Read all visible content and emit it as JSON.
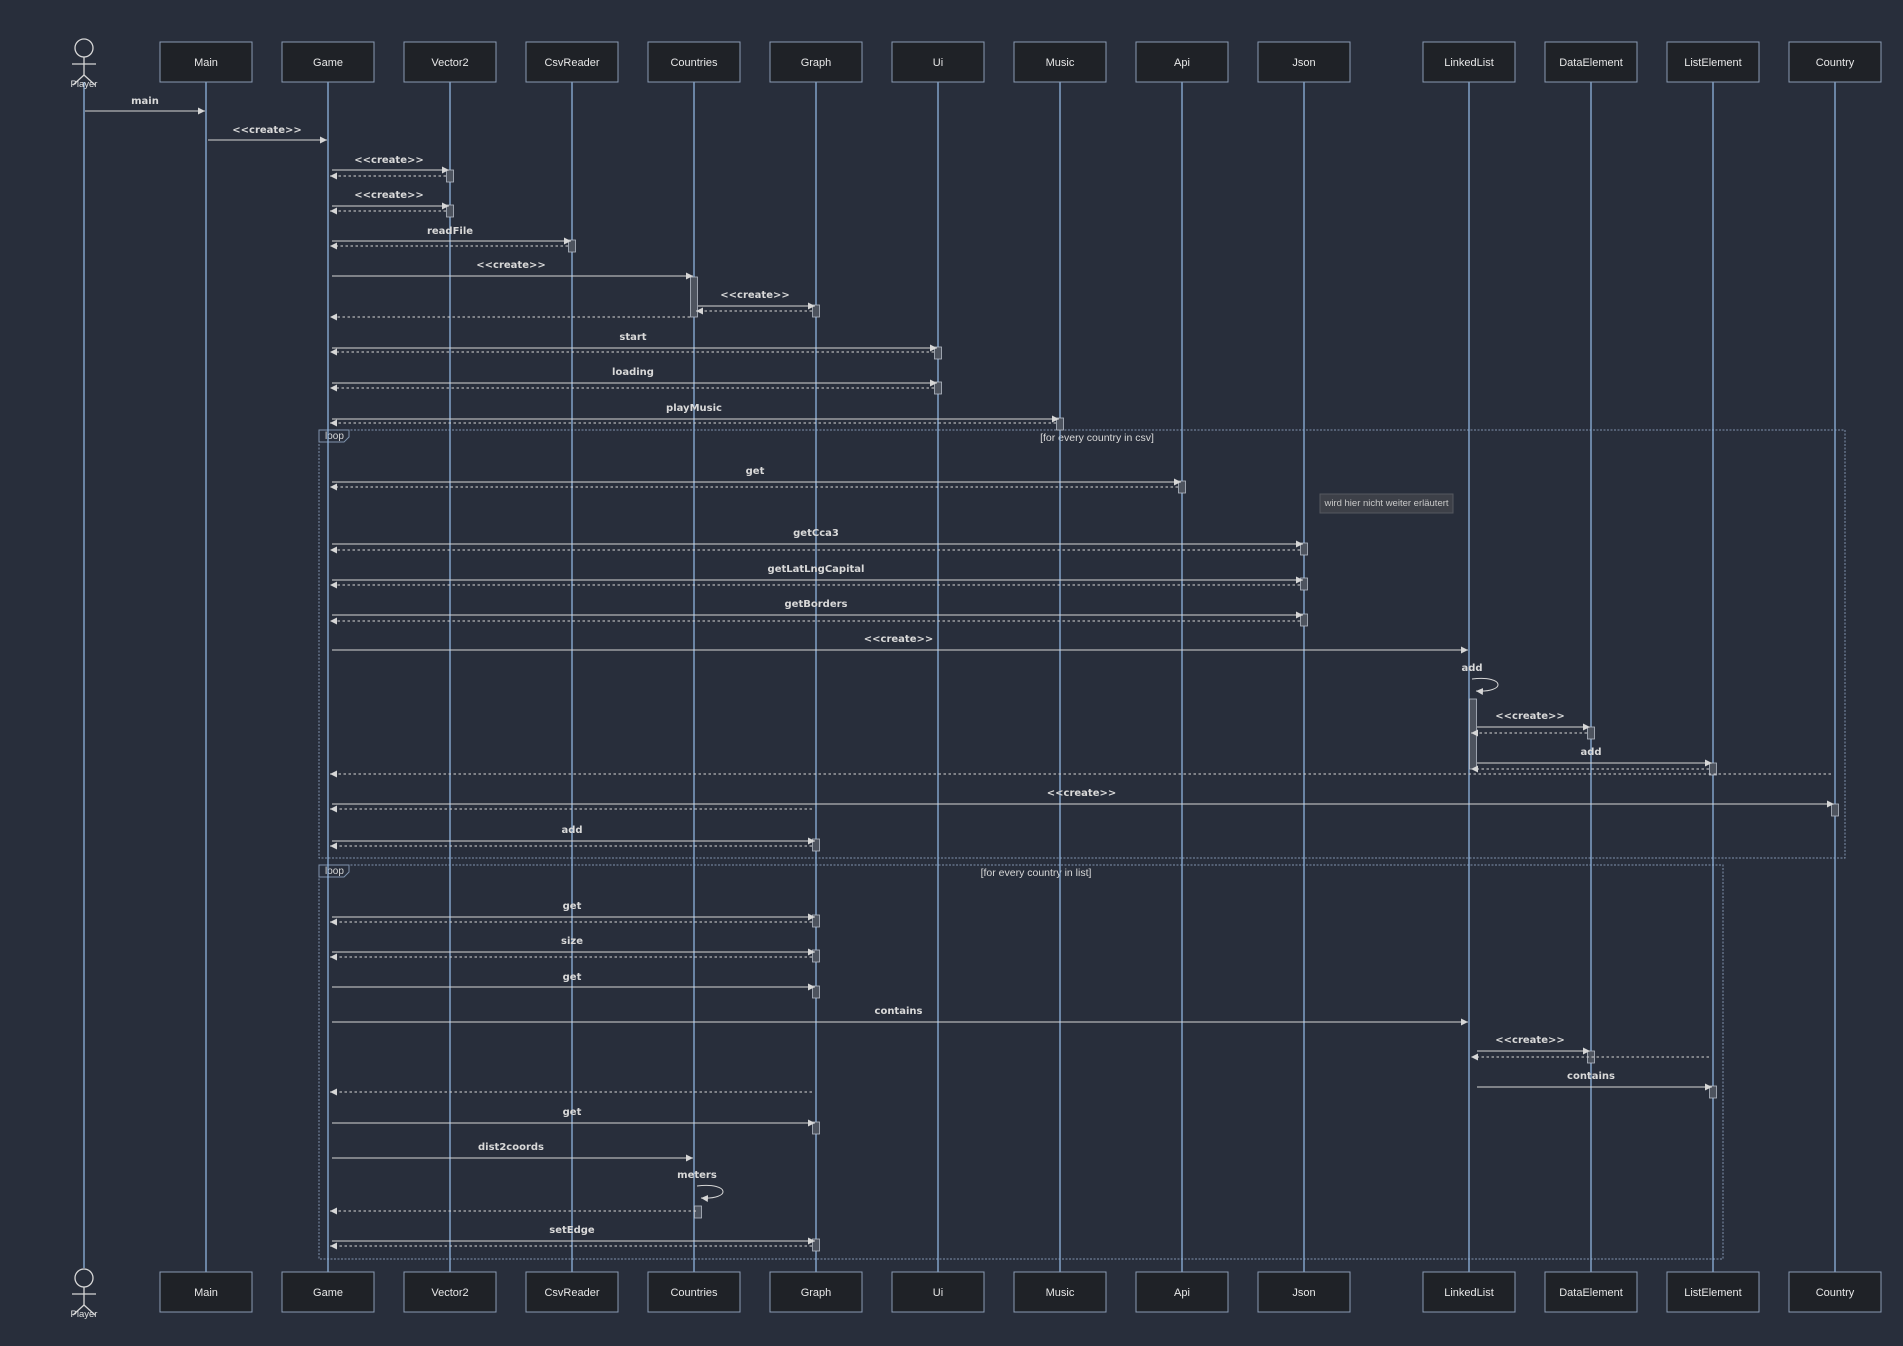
{
  "diagram": {
    "type": "sequence",
    "player": {
      "label": "Player"
    },
    "participants": [
      "Main",
      "Game",
      "Vector2",
      "CsvReader",
      "Countries",
      "Graph",
      "Ui",
      "Music",
      "Api",
      "Json",
      "LinkedList",
      "DataElement",
      "ListElement",
      "Country"
    ],
    "note": "wird hier nicht weiter erläutert",
    "loops": [
      {
        "keyword": "loop",
        "condition": "[for every country in csv]"
      },
      {
        "keyword": "loop",
        "condition": "[for every country in list]"
      }
    ],
    "messages": [
      {
        "label": "main",
        "from": "Player",
        "to": "Main",
        "return": false
      },
      {
        "label": "<<create>>",
        "from": "Main",
        "to": "Game",
        "return": false
      },
      {
        "label": "<<create>>",
        "from": "Game",
        "to": "Vector2",
        "return": true
      },
      {
        "label": "<<create>>",
        "from": "Game",
        "to": "Vector2",
        "return": true
      },
      {
        "label": "readFile",
        "from": "Game",
        "to": "CsvReader",
        "return": true
      },
      {
        "label": "<<create>>",
        "from": "Game",
        "to": "Countries",
        "return": true
      },
      {
        "label": "<<create>>",
        "from": "Countries",
        "to": "Graph",
        "return": true
      },
      {
        "label": "start",
        "from": "Game",
        "to": "Ui",
        "return": true
      },
      {
        "label": "loading",
        "from": "Game",
        "to": "Ui",
        "return": true
      },
      {
        "label": "playMusic",
        "from": "Game",
        "to": "Music",
        "return": true
      },
      {
        "label": "get",
        "from": "Game",
        "to": "Api",
        "return": true
      },
      {
        "label": "getCca3",
        "from": "Game",
        "to": "Json",
        "return": true
      },
      {
        "label": "getLatLngCapital",
        "from": "Game",
        "to": "Json",
        "return": true
      },
      {
        "label": "getBorders",
        "from": "Game",
        "to": "Json",
        "return": true
      },
      {
        "label": "<<create>>",
        "from": "Game",
        "to": "LinkedList",
        "return": false
      },
      {
        "label": "add",
        "from": "LinkedList",
        "to": "LinkedList",
        "return": true
      },
      {
        "label": "<<create>>",
        "from": "LinkedList",
        "to": "DataElement",
        "return": true
      },
      {
        "label": "add",
        "from": "LinkedList",
        "to": "ListElement",
        "return": true
      },
      {
        "label": "<<create>>",
        "from": "Game",
        "to": "Country",
        "return": true
      },
      {
        "label": "add",
        "from": "Game",
        "to": "Graph",
        "return": true
      },
      {
        "label": "get",
        "from": "Game",
        "to": "Graph",
        "return": true
      },
      {
        "label": "size",
        "from": "Game",
        "to": "Graph",
        "return": true
      },
      {
        "label": "get",
        "from": "Game",
        "to": "Graph",
        "return": true
      },
      {
        "label": "contains",
        "from": "Game",
        "to": "LinkedList",
        "return": false
      },
      {
        "label": "<<create>>",
        "from": "LinkedList",
        "to": "DataElement",
        "return": true
      },
      {
        "label": "contains",
        "from": "LinkedList",
        "to": "ListElement",
        "return": true
      },
      {
        "label": "get",
        "from": "Game",
        "to": "Graph",
        "return": true
      },
      {
        "label": "dist2coords",
        "from": "Game",
        "to": "Countries",
        "return": false
      },
      {
        "label": "meters",
        "from": "Countries",
        "to": "Countries",
        "return": true
      },
      {
        "label": "setEdge",
        "from": "Game",
        "to": "Graph",
        "return": true
      }
    ]
  }
}
